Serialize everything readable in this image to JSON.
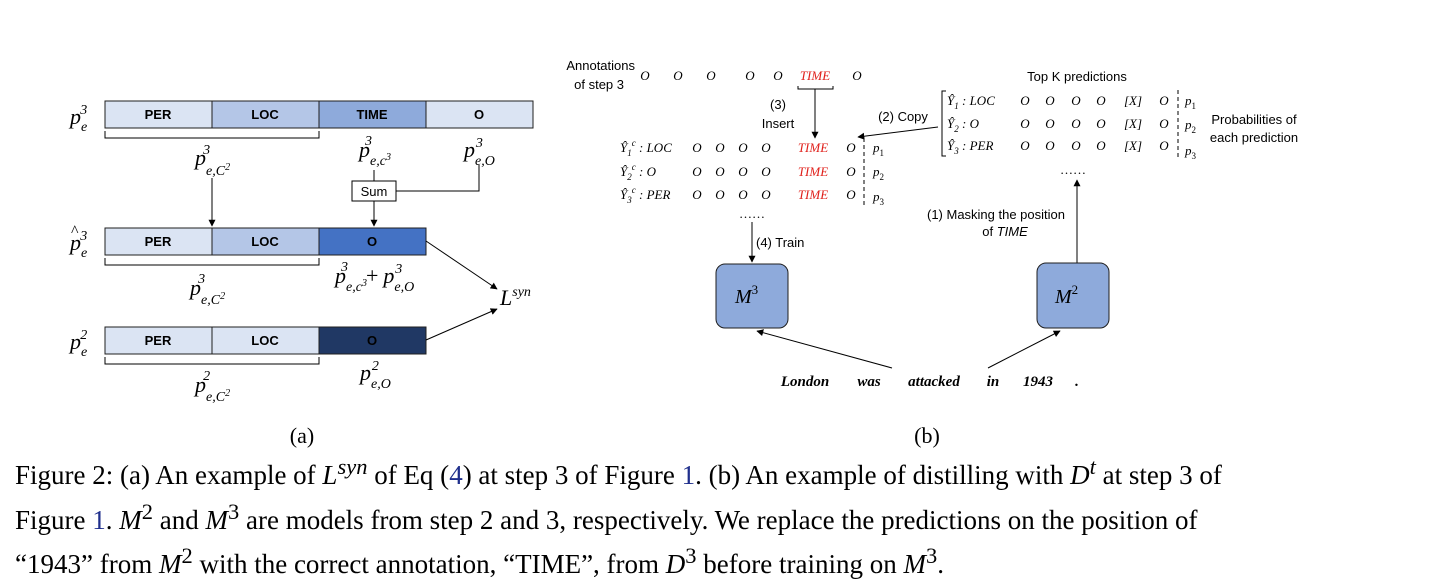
{
  "panel_a": {
    "label": "(a)",
    "rows": [
      {
        "sym": "p",
        "sub": "e",
        "sup": "3",
        "hat": false,
        "segments": [
          "PER",
          "LOC",
          "TIME",
          "O"
        ]
      },
      {
        "sym": "p",
        "sub": "e",
        "sup": "3",
        "hat": true,
        "segments": [
          "PER",
          "LOC",
          "O"
        ]
      },
      {
        "sym": "p",
        "sub": "e",
        "sup": "2",
        "hat": false,
        "segments": [
          "PER",
          "LOC",
          "O"
        ]
      }
    ],
    "brace_labels": [
      {
        "base": "p",
        "sup": "3",
        "sub": "e,C",
        "subsup": "2"
      },
      {
        "base": "p",
        "sup": "3",
        "sub": "e,C",
        "subsup": "2"
      },
      {
        "base": "p",
        "sup": "2",
        "sub": "e,C",
        "subsup": "2"
      }
    ],
    "time_label": {
      "base": "p",
      "sup": "3",
      "sub": "e,c",
      "subsup": "3"
    },
    "o_label": {
      "base": "p",
      "sup": "3",
      "sub": "e,O"
    },
    "sum_label": "Sum",
    "sum_output": {
      "a": "p",
      "a_sup": "3",
      "a_sub": "e,c",
      "a_subsup": "3",
      "plus": "+",
      "b": "p",
      "b_sup": "3",
      "b_sub": "e,O"
    },
    "o2_label": {
      "base": "p",
      "sup": "2",
      "sub": "e,O"
    },
    "loss": {
      "base": "L",
      "sup": "syn"
    }
  },
  "panel_b": {
    "label": "(b)",
    "annotations_label": [
      "Annotations",
      "of step 3"
    ],
    "annotation_tokens": [
      "O",
      "O",
      "O",
      "O",
      "O",
      "TIME",
      "O"
    ],
    "topk_title": "Top K predictions",
    "topk_rows": [
      {
        "y": "Ŷ",
        "idx": "1",
        "tokens": [
          "LOC",
          "O",
          "O",
          "O",
          "O",
          "[X]",
          "O"
        ],
        "p": "p",
        "pi": "1"
      },
      {
        "y": "Ŷ",
        "idx": "2",
        "tokens": [
          "O",
          "O",
          "O",
          "O",
          "O",
          "[X]",
          "O"
        ],
        "p": "p",
        "pi": "2"
      },
      {
        "y": "Ŷ",
        "idx": "3",
        "tokens": [
          "PER",
          "O",
          "O",
          "O",
          "O",
          "[X]",
          "O"
        ],
        "p": "p",
        "pi": "3"
      }
    ],
    "prob_label": [
      "Probabilities of",
      "each prediction"
    ],
    "corrected_rows": [
      {
        "y": "Ŷ",
        "idx": "1",
        "tokens": [
          "LOC",
          "O",
          "O",
          "O",
          "O",
          "TIME",
          "O"
        ],
        "p": "p",
        "pi": "1"
      },
      {
        "y": "Ŷ",
        "idx": "2",
        "tokens": [
          "O",
          "O",
          "O",
          "O",
          "O",
          "TIME",
          "O"
        ],
        "p": "p",
        "pi": "2"
      },
      {
        "y": "Ŷ",
        "idx": "3",
        "tokens": [
          "PER",
          "O",
          "O",
          "O",
          "O",
          "TIME",
          "O"
        ],
        "p": "p",
        "pi": "3"
      }
    ],
    "ellipsis": "……",
    "step3_insert": [
      "(3)",
      "Insert"
    ],
    "step2_copy": "(2) Copy",
    "step1_mask": [
      "(1) Masking the position",
      "of TIME"
    ],
    "step4_train": "(4) Train",
    "model_m3": {
      "base": "M",
      "sup": "3"
    },
    "model_m2": {
      "base": "M",
      "sup": "2"
    },
    "sentence": [
      "London",
      "was",
      "attacked",
      "in",
      "1943",
      "."
    ]
  },
  "caption": {
    "line1": {
      "t1": "Figure 2: (a) An example of ",
      "l": "L",
      "lsup": "syn",
      "t2": " of Eq (",
      "ref1": "4",
      "t3": ") at step 3 of Figure ",
      "ref2": "1",
      "t4": ". (b) An example of distilling with ",
      "d": "D",
      "dsup": "t",
      "t5": " at step 3 of"
    },
    "line2": {
      "t1": "Figure ",
      "ref": "1",
      "t2": ". ",
      "m2": "M",
      "m2sup": "2",
      "t3": " and ",
      "m3": "M",
      "m3sup": "3",
      "t4": " are models from step 2 and 3, respectively. We replace the predictions on the position of"
    },
    "line3": {
      "t1": "“1943” from ",
      "m2": "M",
      "m2sup": "2",
      "t2": " with the correct annotation, “TIME”, from ",
      "d": "D",
      "dsup": "3",
      "t3": " before training on ",
      "m3": "M",
      "m3sup": "3",
      "t4": "."
    }
  },
  "colors": {
    "per": "#dbe4f3",
    "loc": "#b4c6e7",
    "time": "#8eaadb",
    "o_light": "#dbe4f3",
    "o_mid": "#4472c4",
    "o_dark": "#203864",
    "model": "#8eaadb",
    "red": "#e0201b",
    "ref": "#1f2f8c"
  }
}
